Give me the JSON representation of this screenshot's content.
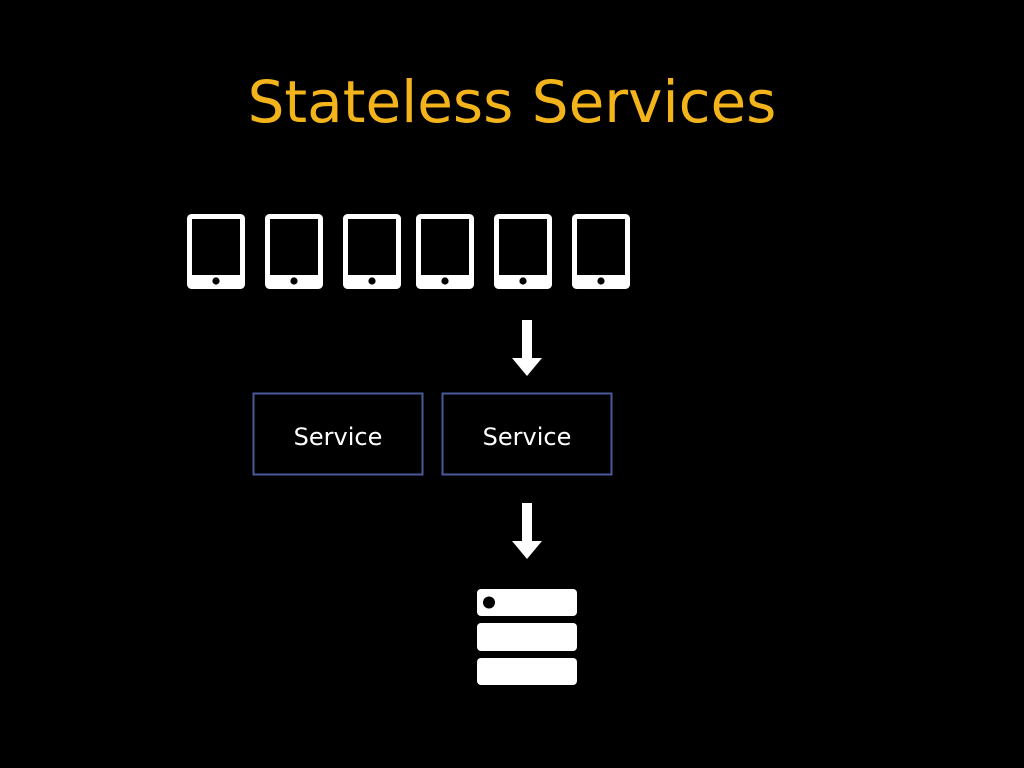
{
  "slide": {
    "title": "Stateless Services"
  },
  "diagram": {
    "clients": [
      {
        "icon": "tablet-icon"
      },
      {
        "icon": "tablet-icon"
      },
      {
        "icon": "tablet-icon"
      },
      {
        "icon": "tablet-icon"
      },
      {
        "icon": "tablet-icon"
      },
      {
        "icon": "tablet-icon"
      }
    ],
    "services": [
      {
        "label": "Service"
      },
      {
        "label": "Service"
      }
    ],
    "storage": {
      "icon": "database-server-icon"
    },
    "colors": {
      "background": "#000000",
      "title": "#f2b31b",
      "icon": "#ffffff",
      "service_border": "#4a5a9a",
      "service_text": "#ffffff"
    }
  }
}
